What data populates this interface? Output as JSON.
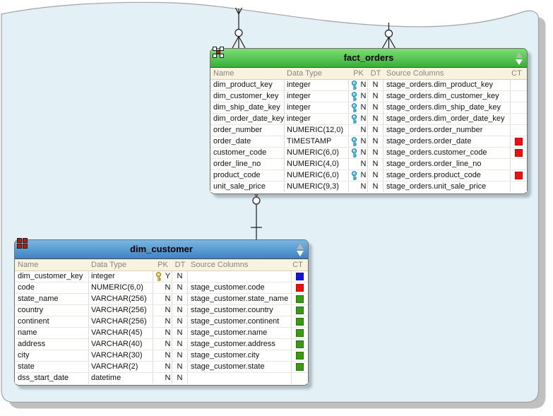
{
  "palette": {
    "canvas_bg": "#e3f1f6",
    "canvas_border": "#a2a2a2",
    "canvas_shadow": "#c0c0c0",
    "colhead_bg": "#f7f3de",
    "icon_red": "#cc1111",
    "ct_red": "#ee1010",
    "ct_blue": "#1414e6",
    "ct_green": "#3a9a10",
    "key_blue_fill": "#5ad0ee",
    "key_blue_stroke": "#1a7fa8",
    "key_gold_fill": "#f0cd4a",
    "key_gold_stroke": "#9e7d1c"
  },
  "diagram": {
    "tables": [
      {
        "id": "fact-orders",
        "title": "fact_orders",
        "icon": "star-schema-fact-table-icon",
        "header_top": "#7adf72",
        "header_bottom": "#3aae3a",
        "columns": {
          "name": "Name",
          "data_type": "Data Type",
          "pk": "PK",
          "dt": "DT",
          "source": "Source Columns",
          "ct": "CT"
        },
        "rows": [
          {
            "name": "dim_product_key",
            "type": "integer",
            "key": "blue",
            "pk": "N",
            "dt": "N",
            "source": "stage_orders.dim_product_key",
            "ct": ""
          },
          {
            "name": "dim_customer_key",
            "type": "integer",
            "key": "blue",
            "pk": "N",
            "dt": "N",
            "source": "stage_orders.dim_customer_key",
            "ct": ""
          },
          {
            "name": "dim_ship_date_key",
            "type": "integer",
            "key": "blue",
            "pk": "N",
            "dt": "N",
            "source": "stage_orders.dim_ship_date_key",
            "ct": ""
          },
          {
            "name": "dim_order_date_key",
            "type": "integer",
            "key": "blue",
            "pk": "N",
            "dt": "N",
            "source": "stage_orders.dim_order_date_key",
            "ct": ""
          },
          {
            "name": "order_number",
            "type": "NUMERIC(12,0)",
            "key": "",
            "pk": "N",
            "dt": "N",
            "source": "stage_orders.order_number",
            "ct": ""
          },
          {
            "name": "order_date",
            "type": "TIMESTAMP",
            "key": "blue",
            "pk": "N",
            "dt": "N",
            "source": "stage_orders.order_date",
            "ct": "red"
          },
          {
            "name": "customer_code",
            "type": "NUMERIC(6,0)",
            "key": "blue",
            "pk": "N",
            "dt": "N",
            "source": "stage_orders.customer_code",
            "ct": "red"
          },
          {
            "name": "order_line_no",
            "type": "NUMERIC(4,0)",
            "key": "",
            "pk": "N",
            "dt": "N",
            "source": "stage_orders.order_line_no",
            "ct": ""
          },
          {
            "name": "product_code",
            "type": "NUMERIC(6,0)",
            "key": "blue",
            "pk": "N",
            "dt": "N",
            "source": "stage_orders.product_code",
            "ct": "red"
          },
          {
            "name": "unit_sale_price",
            "type": "NUMERIC(9,3)",
            "key": "",
            "pk": "N",
            "dt": "N",
            "source": "stage_orders.unit_sale_price",
            "ct": ""
          }
        ]
      },
      {
        "id": "dim-customer",
        "title": "dim_customer",
        "icon": "dimension-table-icon",
        "header_top": "#79b6e3",
        "header_bottom": "#3f83c0",
        "columns": {
          "name": "Name",
          "data_type": "Data Type",
          "pk": "PK",
          "dt": "DT",
          "source": "Source Columns",
          "ct": "CT"
        },
        "rows": [
          {
            "name": "dim_customer_key",
            "type": "integer",
            "key": "gold",
            "pk": "Y",
            "dt": "N",
            "source": "",
            "ct": "blue"
          },
          {
            "name": "code",
            "type": "NUMERIC(6,0)",
            "key": "",
            "pk": "N",
            "dt": "N",
            "source": "stage_customer.code",
            "ct": "red"
          },
          {
            "name": "state_name",
            "type": "VARCHAR(256)",
            "key": "",
            "pk": "N",
            "dt": "N",
            "source": "stage_customer.state_name",
            "ct": "green"
          },
          {
            "name": "country",
            "type": "VARCHAR(256)",
            "key": "",
            "pk": "N",
            "dt": "N",
            "source": "stage_customer.country",
            "ct": "green"
          },
          {
            "name": "continent",
            "type": "VARCHAR(256)",
            "key": "",
            "pk": "N",
            "dt": "N",
            "source": "stage_customer.continent",
            "ct": "green"
          },
          {
            "name": "name",
            "type": "VARCHAR(45)",
            "key": "",
            "pk": "N",
            "dt": "N",
            "source": "stage_customer.name",
            "ct": "green"
          },
          {
            "name": "address",
            "type": "VARCHAR(40)",
            "key": "",
            "pk": "N",
            "dt": "N",
            "source": "stage_customer.address",
            "ct": "green"
          },
          {
            "name": "city",
            "type": "VARCHAR(30)",
            "key": "",
            "pk": "N",
            "dt": "N",
            "source": "stage_customer.city",
            "ct": "green"
          },
          {
            "name": "state",
            "type": "VARCHAR(2)",
            "key": "",
            "pk": "N",
            "dt": "N",
            "source": "stage_customer.state",
            "ct": "green"
          },
          {
            "name": "dss_start_date",
            "type": "datetime",
            "key": "",
            "pk": "N",
            "dt": "N",
            "source": "",
            "ct": ""
          }
        ]
      }
    ],
    "connectors": [
      {
        "id": "top-left",
        "attached_to": "fact_orders-top",
        "visible_end": "zero-or-many-crow-foot-with-circle"
      },
      {
        "id": "top-right",
        "attached_to": "fact_orders-top",
        "visible_end": "zero-or-many-crow-foot-with-circle"
      },
      {
        "id": "fact-to-dim-customer",
        "from": "fact_orders",
        "to": "dim_customer",
        "from_end": "zero-or-many-crow-foot-with-circle",
        "to_end": "exactly-one-tick"
      }
    ]
  }
}
